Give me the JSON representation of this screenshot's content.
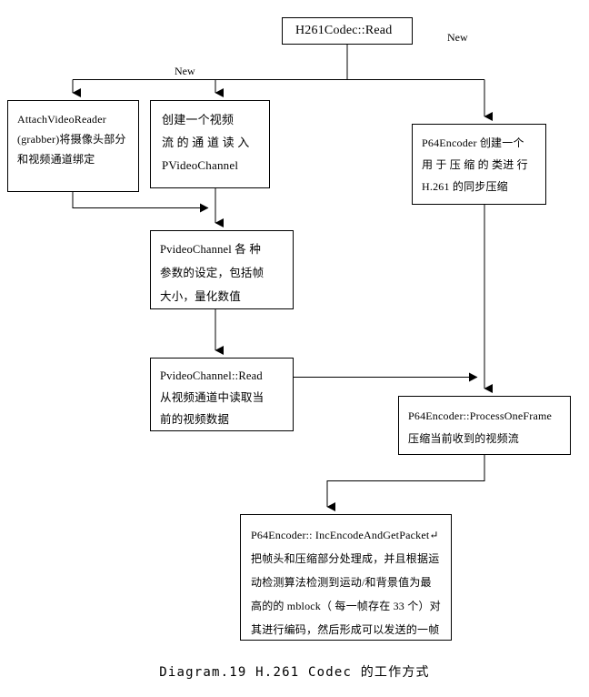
{
  "diagram": {
    "caption": "Diagram.19 H.261 Codec 的工作方式",
    "edge_labels": {
      "left_new": "New",
      "right_new": "New"
    },
    "nodes": [
      {
        "id": "h261read",
        "lines": [
          "H261Codec::Read"
        ]
      },
      {
        "id": "attachvideoreader",
        "lines": [
          "AttachVideoReader",
          "(grabber)将摄像头部分",
          "和视频通道绑定"
        ]
      },
      {
        "id": "createvideostream",
        "lines": [
          "创建一个视频",
          "流 的 通 道 读 入",
          "PVideoChannel"
        ]
      },
      {
        "id": "p64encoder",
        "lines": [
          "P64Encoder 创建一个",
          "用 于 压 缩 的 类进 行",
          "H.261 的同步压缩"
        ]
      },
      {
        "id": "pvideochannel-params",
        "lines": [
          "PvideoChannel  各 种",
          "参数的设定，包括帧",
          "大小，量化数值"
        ]
      },
      {
        "id": "pvideochannel-read",
        "lines": [
          "PvideoChannel::Read",
          "从视频通道中读取当",
          "前的视频数据"
        ]
      },
      {
        "id": "processoneframe",
        "lines": [
          "P64Encoder::ProcessOneFrame",
          "压缩当前收到的视频流"
        ]
      },
      {
        "id": "incencodeandgetpacket",
        "lines": [
          "P64Encoder:: IncEncodeAndGetPacket↵",
          "把帧头和压缩部分处理成，并且根据运",
          "动检测算法检测到运动/和背景值为最",
          "高的的 mblock（ 每一帧存在 33 个）对",
          "其进行编码，然后形成可以发送的一帧"
        ]
      }
    ]
  }
}
